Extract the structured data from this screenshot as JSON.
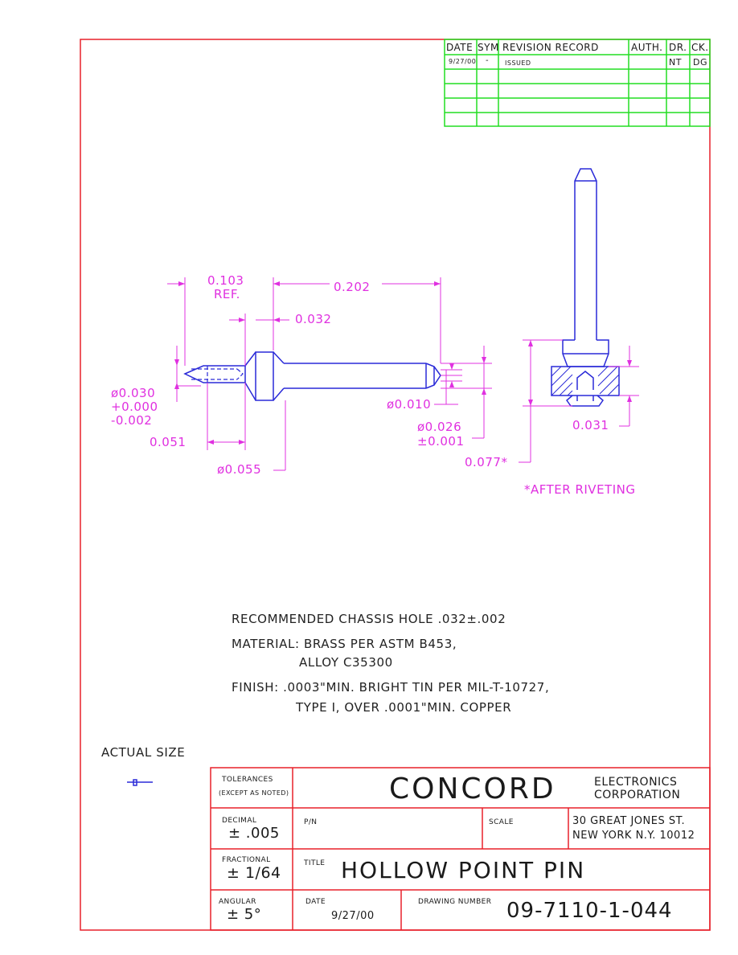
{
  "colors": {
    "border": "#e8202a",
    "revision_grid": "#22dd22",
    "part_outline": "#2a2ad8",
    "dimensions": "#e030e0",
    "text": "#1a1a1a"
  },
  "revision_record": {
    "headers": [
      "DATE",
      "SYM",
      "REVISION RECORD",
      "AUTH.",
      "DR.",
      "CK."
    ],
    "rows": [
      [
        "9/27/00",
        "-",
        "ISSUED",
        "",
        "NT",
        "DG"
      ]
    ]
  },
  "dimensions": {
    "ref_len": "0.103",
    "ref_label": "REF.",
    "shaft_len": "0.202",
    "head_thk": "0.032",
    "tip_dia_1": "ø0.030",
    "tip_dia_2": "+0.000",
    "tip_dia_3": "-0.002",
    "tip_len": "0.051",
    "head_dia": "ø0.055",
    "end_dia": "ø0.010",
    "shaft_dia_1": "ø0.026",
    "shaft_dia_2": "±0.001",
    "rivet_gap": "0.031",
    "rivet_total": "0.077*",
    "after_riveting": "*AFTER RIVETING"
  },
  "notes": {
    "line1": "RECOMMENDED CHASSIS HOLE .032±.002",
    "line2": "MATERIAL: BRASS PER ASTM B453,",
    "line3": "ALLOY C35300",
    "line4": "FINISH: .0003\"MIN. BRIGHT TIN PER MIL-T-10727,",
    "line5": "TYPE I, OVER .0001\"MIN. COPPER"
  },
  "actual_size_label": "ACTUAL SIZE",
  "title_block": {
    "tolerances_1": "TOLERANCES",
    "tolerances_2": "(EXCEPT AS NOTED)",
    "company": "CONCORD",
    "company_sub_1": "ELECTRONICS",
    "company_sub_2": "CORPORATION",
    "decimal_label": "DECIMAL",
    "decimal_value": "± .005",
    "pn_label": "P/N",
    "scale_label": "SCALE",
    "address_1": "30 GREAT JONES ST.",
    "address_2": "NEW YORK N.Y. 10012",
    "fractional_label": "FRACTIONAL",
    "fractional_value": "± 1/64",
    "title_label": "TITLE",
    "title_value": "HOLLOW POINT PIN",
    "angular_label": "ANGULAR",
    "angular_value": "± 5°",
    "date_label": "DATE",
    "date_value": "9/27/00",
    "drawing_number_label": "DRAWING NUMBER",
    "drawing_number_value": "09-7110-1-044"
  }
}
